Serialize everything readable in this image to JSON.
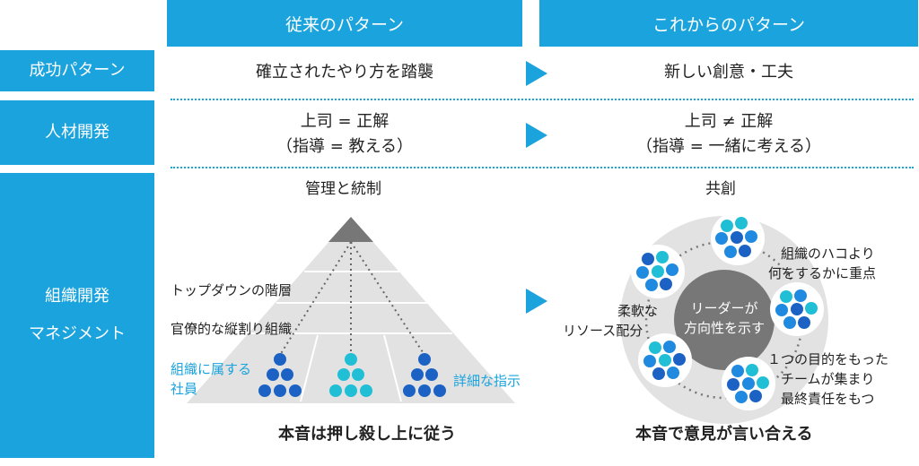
{
  "headers": {
    "current": "従来のパターン",
    "future": "これからのパターン"
  },
  "rows": {
    "success": {
      "label": "成功パターン",
      "current": "確立されたやり方を踏襲",
      "future": "新しい創意・工夫"
    },
    "hr": {
      "label": "人材開発",
      "current_line1": "上司 = 正解",
      "current_line2": "（指導 = 教える）",
      "future_line1": "上司 ≠ 正解",
      "future_line2": "（指導 = 一緒に考える）"
    },
    "org": {
      "label_line1": "組織開発",
      "label_line2": "マネジメント"
    }
  },
  "left_diagram": {
    "title": "管理と統制",
    "layer1": "トップダウンの階層",
    "layer2": "官僚的な縦割り組織",
    "members_line1": "組織に属する",
    "members_line2": "社員",
    "instructions": "詳細な指示",
    "caption": "本音は押し殺し上に従う"
  },
  "right_diagram": {
    "title": "共創",
    "center_line1": "リーダーが",
    "center_line2": "方向性を示す",
    "top_right_line1": "組織のハコより",
    "top_right_line2": "何をするかに重点",
    "left_line1": "柔軟な",
    "left_line2": "リソース配分",
    "bottom_right_line1": "１つの目的をもった",
    "bottom_right_line2": "チームが集まり",
    "bottom_right_line3": "最終責任をもつ",
    "caption": "本音で意見が言い合える"
  },
  "colors": {
    "accent": "#1aa3dd",
    "dark_blue": "#1c62c4",
    "mid_blue": "#1f8ae0",
    "cyan": "#20bfd6",
    "pyramid_gray": "#e2e2e2",
    "apex_gray": "#777777"
  }
}
